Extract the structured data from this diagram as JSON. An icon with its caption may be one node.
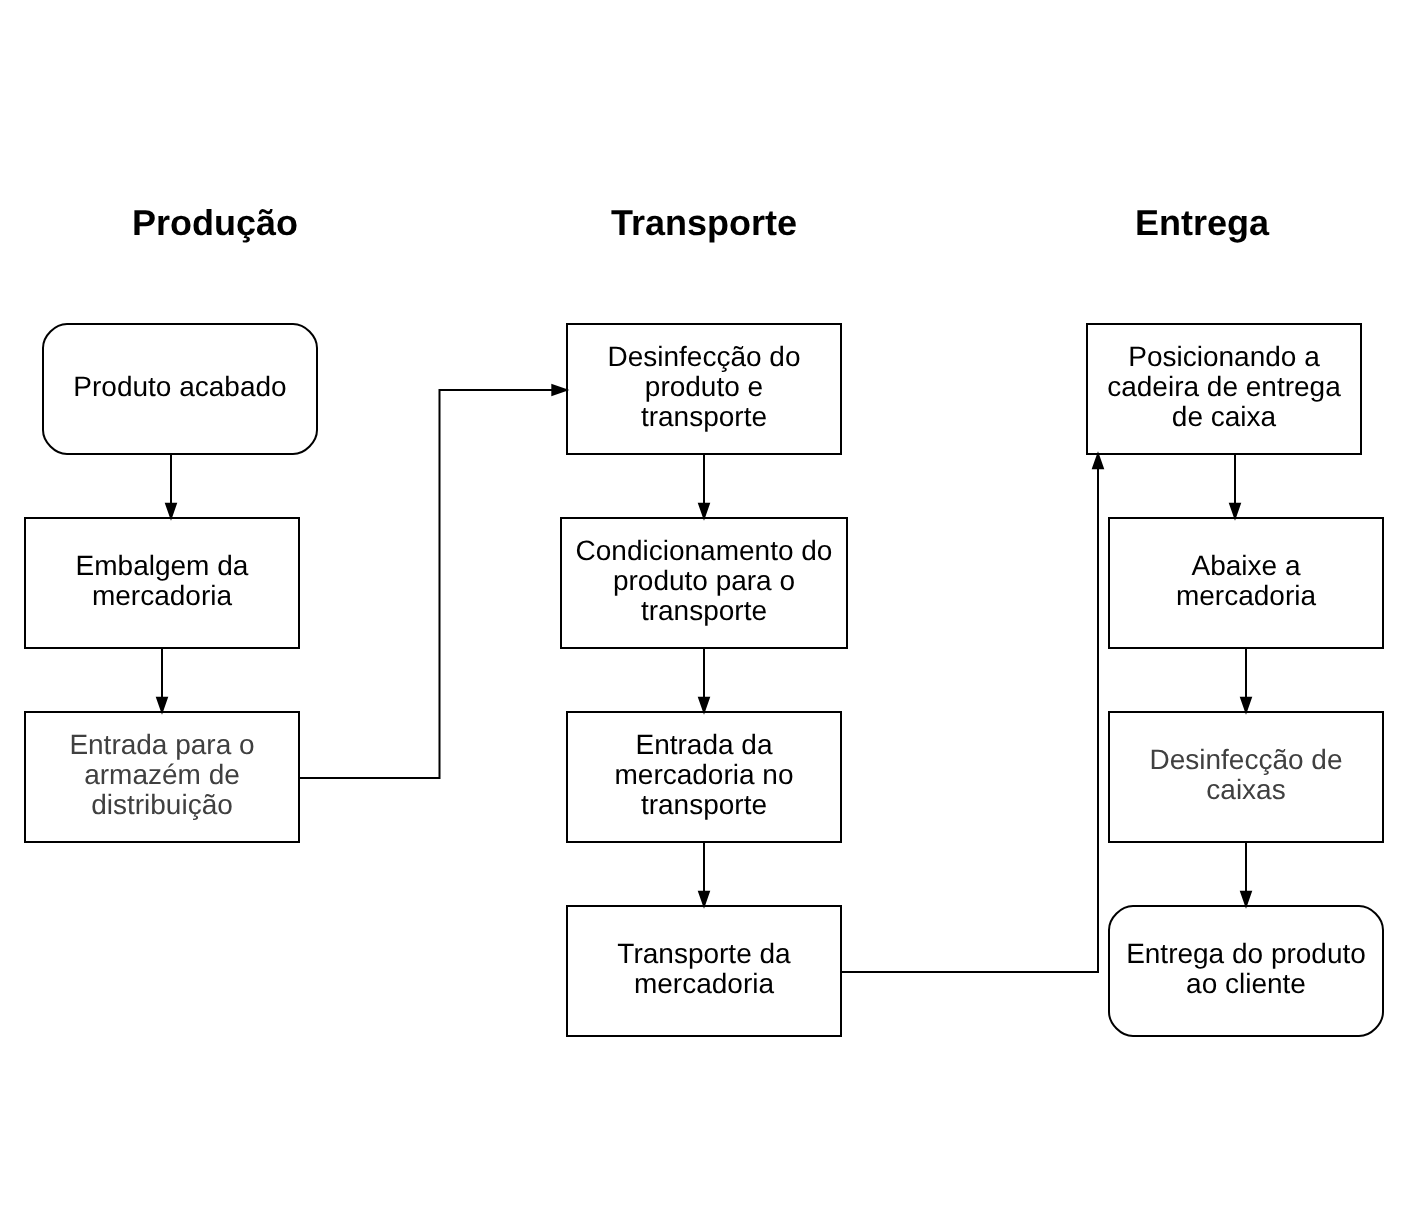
{
  "diagram": {
    "nodes": [
      {
        "text": [
          "Produto acabado"
        ]
      },
      {
        "text": [
          "Embalgem da mercadoria"
        ]
      },
      {
        "text": [
          "Entrada para o armazém de distribuição"
        ]
      },
      {
        "text": [
          "Desinfecção do produto e transporte"
        ]
      },
      {
        "text": [
          "Condicionamento do produto para o transporte"
        ]
      },
      {
        "text": [
          "Entrada da mercadoria no transporte"
        ]
      },
      {
        "text": [
          "Transporte da mercadoria"
        ]
      },
      {
        "text": [
          "Posicionando a cadeira de entrega de caixa"
        ]
      },
      {
        "text": [
          "Abaixe a mercadoria"
        ]
      },
      {
        "text": [
          "Desinfecção de caixas"
        ]
      },
      {
        "text": [
          "Entrega do produto ao cliente"
        ]
      }
    ],
    "edges": [
      {
        "from": 0,
        "to": 1,
        "arrow": "to"
      },
      {
        "from": 1,
        "to": 2,
        "arrow": "to"
      },
      {
        "from": 2,
        "to": 3,
        "arrow": "to"
      },
      {
        "from": 3,
        "to": 4,
        "arrow": "to"
      },
      {
        "from": 4,
        "to": 5,
        "arrow": "to"
      },
      {
        "from": 5,
        "to": 6,
        "arrow": "to"
      },
      {
        "from": 6,
        "to": 7,
        "arrow": "to"
      },
      {
        "from": 7,
        "to": 8,
        "arrow": "to"
      },
      {
        "from": 8,
        "to": 9,
        "arrow": "to"
      },
      {
        "from": 9,
        "to": 10,
        "arrow": "to"
      }
    ],
    "labels": [
      "Produção",
      "Transporte",
      "Entrega"
    ]
  }
}
